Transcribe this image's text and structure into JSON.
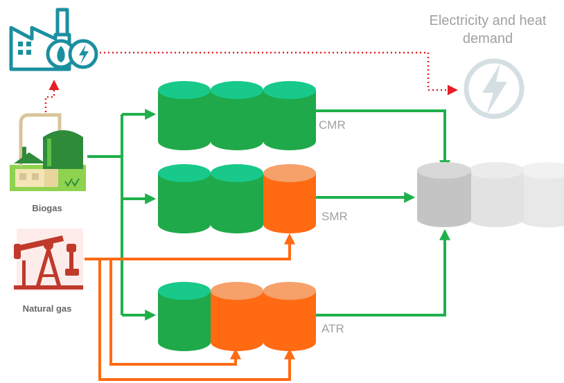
{
  "labels": {
    "demand_line1": "Electricity and heat",
    "demand_line2": "demand",
    "biogas": "Biogas",
    "natural_gas": "Natural gas",
    "cmr": "CMR",
    "smr": "SMR",
    "atr": "ATR"
  },
  "icons": {
    "chp_plant": "chp-plant-icon",
    "electricity": "lightning-bolt-icon",
    "biogas": "biogas-plant-icon",
    "natural_gas": "oil-pumpjack-icon"
  },
  "colors": {
    "biogas_green": "#20b04b",
    "tank_green": "#1fa94a",
    "tank_green_top": "#18c98a",
    "natural_gas_orange": "#ff6a13",
    "tank_orange_top": "#f6a06a",
    "product_grey": "#c8c8c8",
    "plant_teal": "#1b8fa0",
    "heat_link_red": "#e41e26",
    "icon_red": "#c0392b",
    "label_grey": "#a0a0a0"
  },
  "reactors": [
    {
      "name": "CMR",
      "tanks": [
        "green",
        "green",
        "green"
      ]
    },
    {
      "name": "SMR",
      "tanks": [
        "green",
        "green",
        "orange"
      ]
    },
    {
      "name": "ATR",
      "tanks": [
        "green",
        "orange",
        "orange"
      ]
    }
  ]
}
